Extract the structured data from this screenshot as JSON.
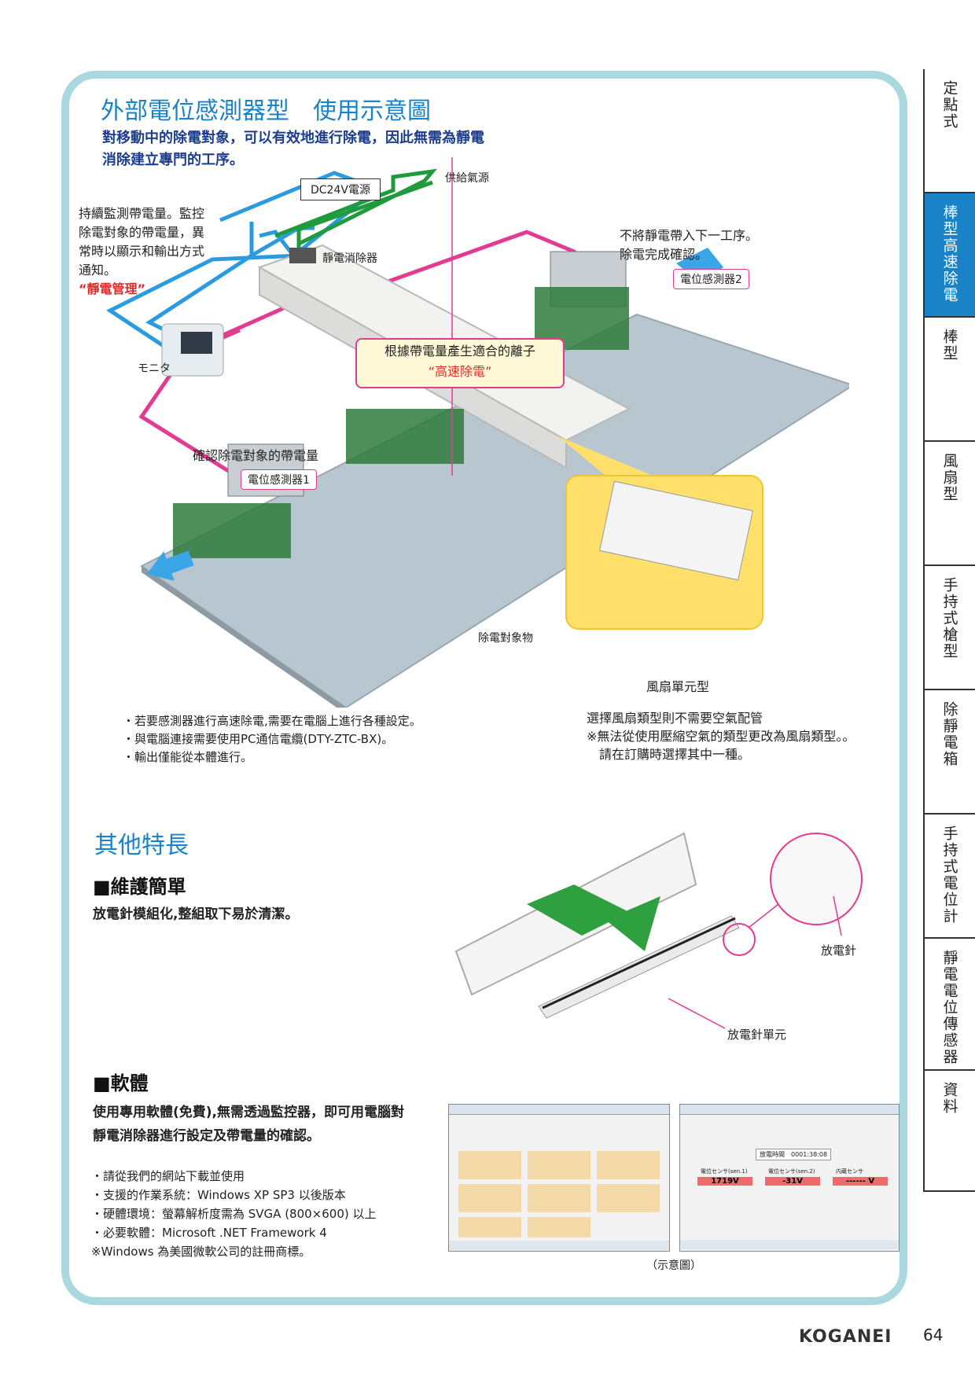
{
  "section_title": "外部電位感測器型　使用示意圖",
  "lead": [
    "對移動中的除電對象，可以有效地進行除電，因此無需為靜電",
    "消除建立專門的工序。"
  ],
  "diagram": {
    "power": "DC24V電源",
    "air": "供給氣源",
    "monitor_note": [
      "持續監測帶電量。監控",
      "除電對象的帶電量，異",
      "常時以顯示和輸出方式",
      "通知。"
    ],
    "monitor_note_red": "“靜電管理”",
    "eliminator": "靜電消除器",
    "monitor": "モニタ",
    "output_note": [
      "不將靜電帶入下一工序。",
      "除電完成確認。"
    ],
    "sensor2": "電位感測器2",
    "callout_line1": "根據帶電量產生適合的離子",
    "callout_line2": "“高速除電”",
    "confirm_note": "確認除電對象的帶電量",
    "sensor1": "電位感測器1",
    "target": "除電對象物",
    "fan_unit": "風扇單元型"
  },
  "bullets_left": [
    "・若要感測器進行高速除電,需要在電腦上進行各種設定。",
    "・與電腦連接需要使用PC通信電纜(DTY-ZTC-BX)。",
    "・輸出僅能從本體進行。"
  ],
  "notes_right": [
    "選擇風扇類型則不需要空氣配管",
    "※無法從使用壓縮空氣的類型更改為風扇類型。。",
    "　請在訂購時選擇其中一種。"
  ],
  "other_title": "其他特長",
  "maint": {
    "heading": "■維護簡單",
    "body": "放電針模組化,整組取下易於清潔。",
    "needle": "放電針",
    "needle_unit": "放電針單元"
  },
  "software": {
    "heading": "■軟體",
    "body": [
      "使用專用軟體(免費),無需透過監控器，即可用電腦對",
      "靜電消除器進行設定及帶電量的確認。"
    ],
    "bullets": [
      "・請從我們的網站下載並使用",
      "・支援的作業系統：Windows XP SP3 以後版本",
      "・硬體環境：螢幕解析度需為 SVGA (800×600) 以上",
      "・必要軟體：Microsoft .NET Framework 4",
      "※Windows 為美國微軟公司的註冊商標。"
    ],
    "caption": "（示意圖）",
    "screen2": {
      "time_label": "放電時間　0001:38:08",
      "labels": [
        "電位センサ(sen.1)",
        "電位センサ(sen.2)",
        "内蔵センサ"
      ],
      "values": [
        "1719V",
        "-31V",
        "------ V"
      ]
    }
  },
  "side_tabs": [
    "定點式",
    "棒型高速除電",
    "棒型",
    "風扇型",
    "手持式槍型",
    "除靜電箱",
    "手持式電位計",
    "靜電電位傳感器",
    "資料"
  ],
  "footer": {
    "brand": "KOGANEI",
    "page": "64"
  },
  "colors": {
    "accent": "#1a82c7",
    "frame": "#a9d9df",
    "magenta": "#e33b91",
    "green": "#1f9a3c",
    "cyan": "#2a9be0"
  }
}
